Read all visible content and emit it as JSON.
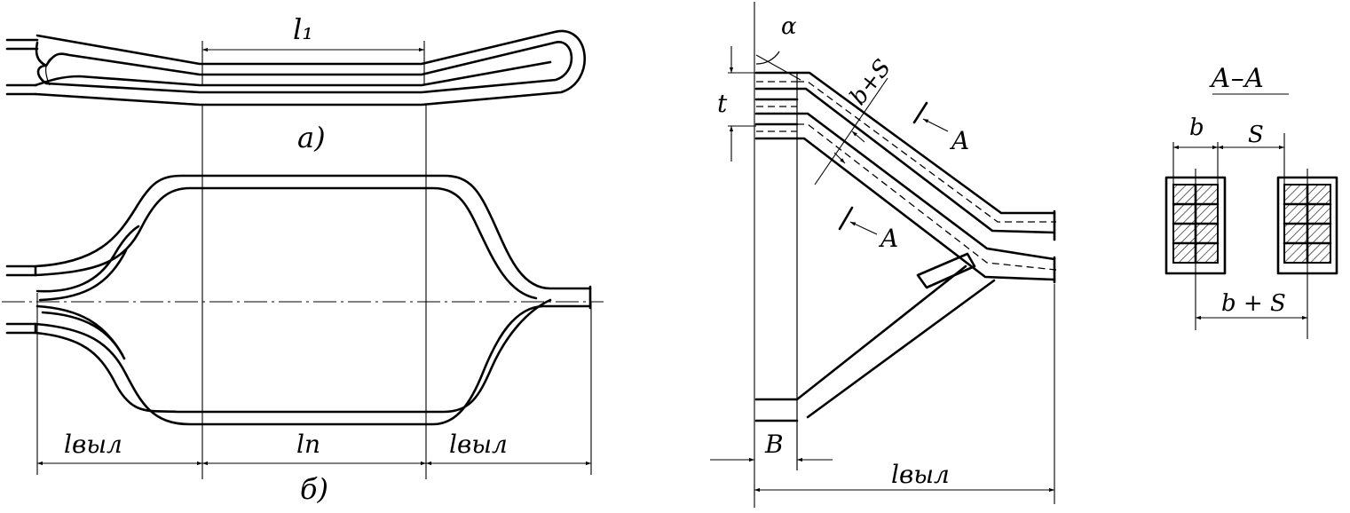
{
  "figure_a": {
    "caption": "а)",
    "dim_l1": "l₁"
  },
  "figure_b": {
    "caption": "б)",
    "dim_lvyl_left": "lвыл",
    "dim_ln": "lп",
    "dim_lvyl_right": "lвыл"
  },
  "figure_c": {
    "angle": "α",
    "dim_t": "t",
    "dim_bs": "b+S",
    "section_mark_top": "A",
    "section_mark_bottom": "A",
    "dim_B": "B",
    "dim_lvyl": "lвыл"
  },
  "section": {
    "title": "А–А",
    "dim_b": "b",
    "dim_S": "S",
    "dim_bs": "b + S"
  }
}
